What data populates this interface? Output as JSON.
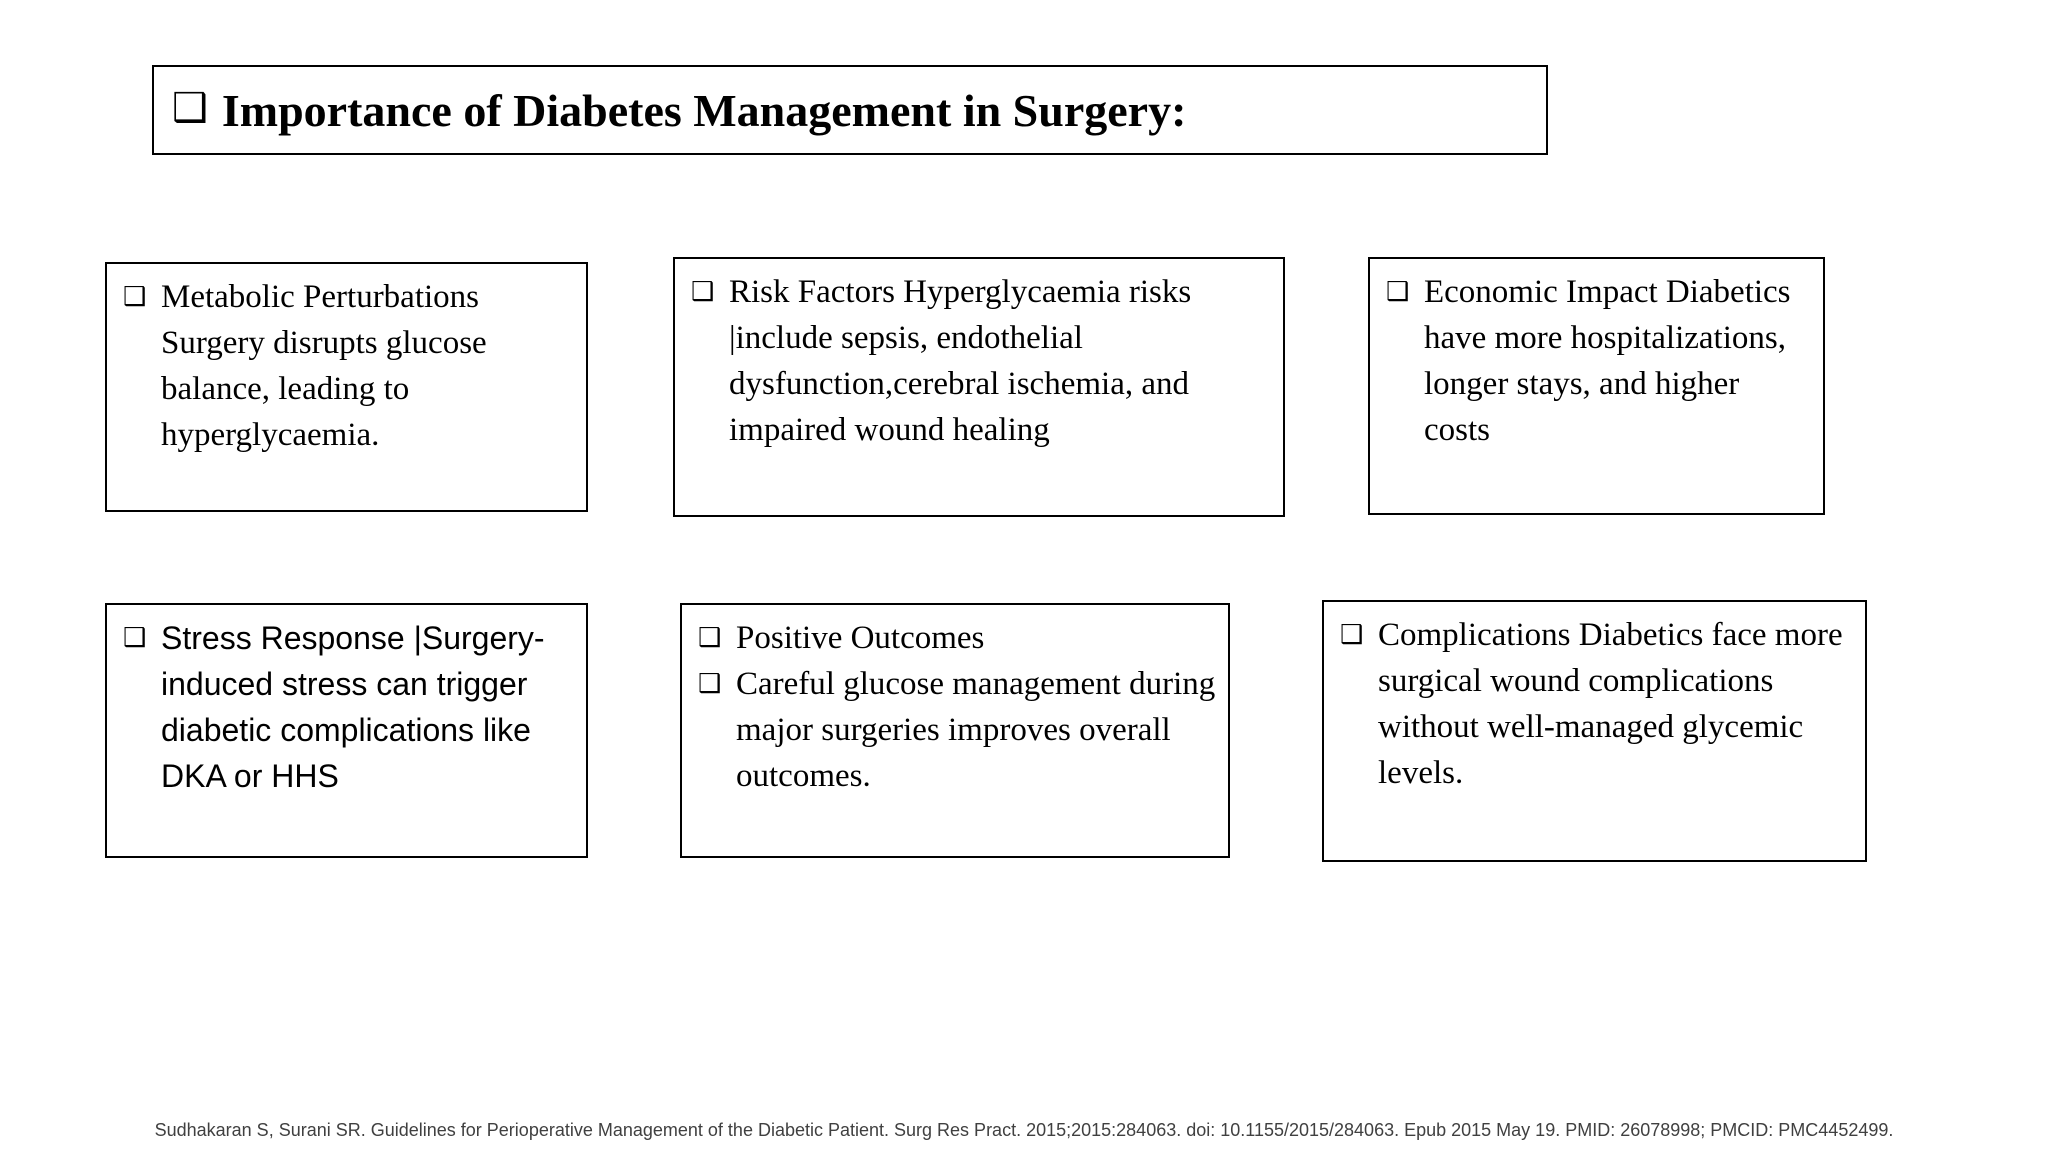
{
  "slide": {
    "title": {
      "bullet": "❑",
      "text": "Importance of Diabetes Management in Surgery:"
    },
    "boxes": [
      {
        "id": "box-metabolic",
        "font": "serif",
        "bullets": [
          {
            "glyph": "❑",
            "text": "Metabolic Perturbations Surgery disrupts glucose balance, leading to hyperglycaemia."
          }
        ]
      },
      {
        "id": "box-risk-factors",
        "font": "serif",
        "bullets": [
          {
            "glyph": "❑",
            "text": "Risk Factors Hyperglycaemia risks |include sepsis, endothelial dysfunction,cerebral ischemia, and impaired wound healing"
          }
        ]
      },
      {
        "id": "box-economic",
        "font": "serif",
        "bullets": [
          {
            "glyph": "❑",
            "text": "Economic Impact Diabetics have more hospitalizations, longer stays, and higher costs"
          }
        ]
      },
      {
        "id": "box-stress",
        "font": "sans",
        "bullets": [
          {
            "glyph": "❑",
            "text": "Stress Response |Surgery-induced stress  can trigger diabetic complications like DKA  or HHS"
          }
        ]
      },
      {
        "id": "box-positive",
        "font": "serif",
        "bullets": [
          {
            "glyph": "❑",
            "text": "Positive Outcomes"
          },
          {
            "glyph": "❑",
            "text": " Careful glucose management during major surgeries improves overall outcomes."
          }
        ]
      },
      {
        "id": "box-complications",
        "font": "serif",
        "bullets": [
          {
            "glyph": "❑",
            "text": "Complications  Diabetics face more  surgical wound complications without well-managed glycemic levels."
          }
        ]
      }
    ],
    "citation": "Sudhakaran S, Surani SR. Guidelines for Perioperative Management of the Diabetic Patient. Surg Res Pract. 2015;2015:284063.  doi: 10.1155/2015/284063. Epub 2015 May 19. PMID: 26078998; PMCID: PMC4452499.",
    "colors": {
      "background": "#ffffff",
      "text": "#000000",
      "border": "#000000",
      "citation_text": "#404040"
    }
  }
}
